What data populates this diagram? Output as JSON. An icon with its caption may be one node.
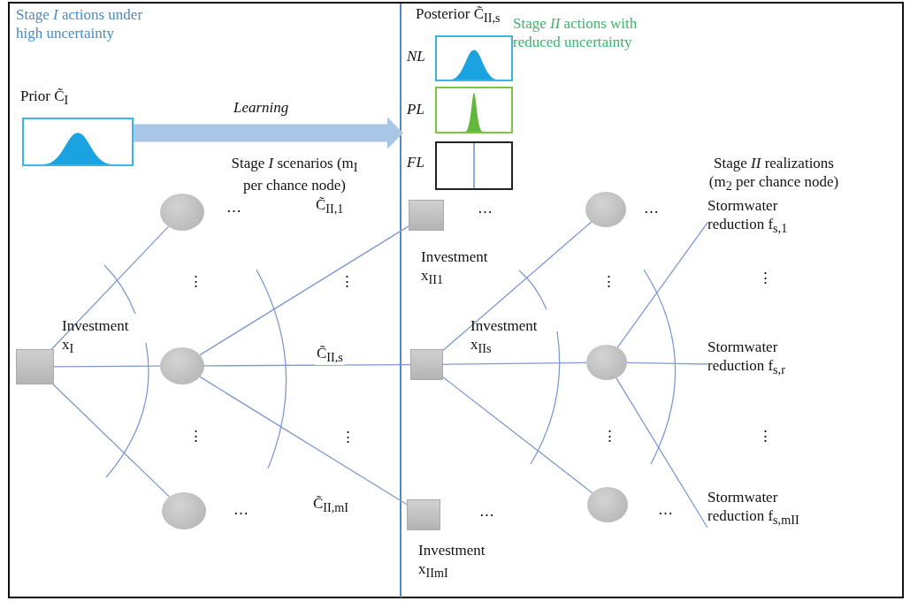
{
  "diagram": {
    "nodes": [
      {
        "text": [
          "Prior C̃$_{I}$"
        ]
      },
      {
        "text": [
          "Posterior C̃$_{II,s}$"
        ]
      },
      {
        "text": [
          "*NL*"
        ],
        "in": 1
      },
      {
        "text": [
          "*PL*"
        ],
        "in": 1
      },
      {
        "text": [
          "*FL*"
        ],
        "in": 1
      },
      {
        "text": [],
        "shape": "box",
        "beside": [
          "Investment x$_{I}$"
        ]
      },
      {
        "text": [],
        "shape": "circle"
      },
      {
        "text": [],
        "shape": "circle"
      },
      {
        "text": [],
        "shape": "circle"
      },
      {
        "text": [],
        "shape": "box",
        "beside": [
          "Investment x$_{II1}$"
        ]
      },
      {
        "text": [],
        "shape": "box",
        "beside": [
          "Investment x$_{IIs}$"
        ]
      },
      {
        "text": [],
        "shape": "box",
        "beside": [
          "Investment x$_{IIm}$$_{I}$"
        ]
      },
      {
        "text": [],
        "shape": "circle"
      },
      {
        "text": [],
        "shape": "circle"
      },
      {
        "text": [],
        "shape": "circle"
      },
      {
        "text": [
          "Stormwater reduction f$_{s,1}$"
        ]
      },
      {
        "text": [
          "Stormwater reduction f$_{s,r}$"
        ]
      },
      {
        "text": [
          "Stormwater reduction f$_{s,m}$$_{II}$"
        ]
      }
    ],
    "edges": [
      {
        "from": 0,
        "to": 1,
        "arrow": "to",
        "label": "*Learning*",
        "style": "thick",
        "color": "#a9c6e6"
      },
      {
        "from": 5,
        "to": 6,
        "arrow": "none"
      },
      {
        "from": 5,
        "to": 7,
        "arrow": "none"
      },
      {
        "from": 5,
        "to": 8,
        "arrow": "none"
      },
      {
        "from": 7,
        "to": 9,
        "arrow": "none",
        "label": "C̃$_{II,1}$"
      },
      {
        "from": 7,
        "to": 10,
        "arrow": "none",
        "label": "C̃$_{II,s}$"
      },
      {
        "from": 7,
        "to": 11,
        "arrow": "none",
        "label": "C̃$_{II,m}$$_{I}$"
      },
      {
        "from": 10,
        "to": 12,
        "arrow": "none"
      },
      {
        "from": 10,
        "to": 13,
        "arrow": "none"
      },
      {
        "from": 10,
        "to": 14,
        "arrow": "none"
      },
      {
        "from": 13,
        "to": 15,
        "arrow": "none"
      },
      {
        "from": 13,
        "to": 16,
        "arrow": "none"
      },
      {
        "from": 13,
        "to": 17,
        "arrow": "none"
      }
    ],
    "labels": [
      "Stage *I* actions under high uncertainty",
      "Stage *II* actions with reduced uncertainty",
      "Stage *I* scenarios (m$_{I}$ per chance node)",
      "Stage *II* realizations (m$_{2}$ per chance node)",
      "⋯",
      "⋯",
      "⋯",
      "⋮",
      "⋮",
      "⋮",
      "⋮",
      "⋮",
      "⋮",
      "⋮",
      "⋮",
      "⋯",
      "⋯",
      "⋯"
    ]
  }
}
